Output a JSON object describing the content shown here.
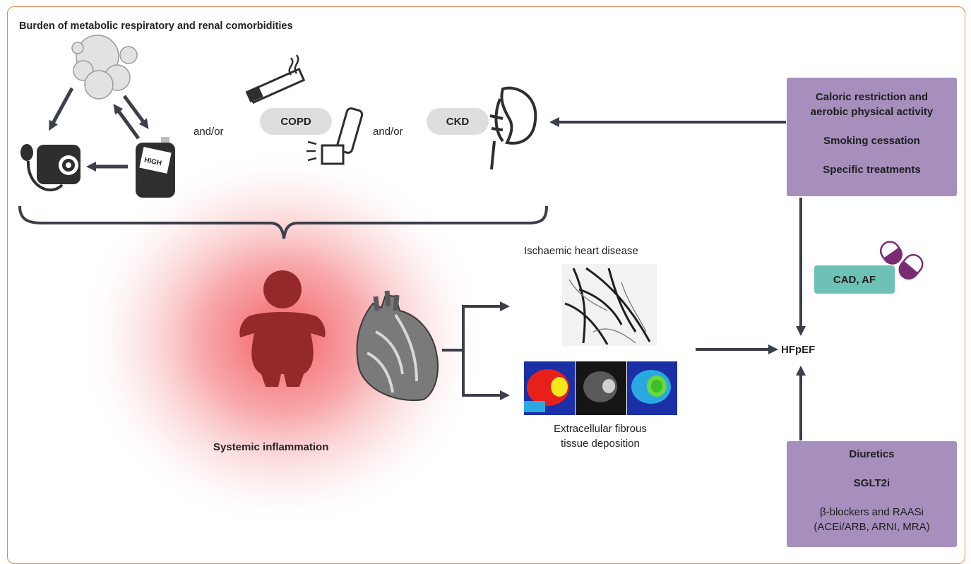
{
  "title": "Burden of metabolic respiratory and renal comorbidities",
  "connectors": [
    "and/or",
    "and/or"
  ],
  "copd": "COPD",
  "ckd": "CKD",
  "glucometer": "HIGH",
  "lifestyle_box": {
    "line1": "Caloric restriction and",
    "line2": "aerobic physical activity",
    "line3": "Smoking cessation",
    "line4": "Specific treatments"
  },
  "cad_af": "CAD, AF",
  "ischaemic": "Ischaemic heart disease",
  "fibrous_line1": "Extracellular fibrous",
  "fibrous_line2": "tissue deposition",
  "systemic": "Systemic inflammation",
  "hfpef": "HFpEF",
  "therapy_box": {
    "line1": "Diuretics",
    "line2": "SGLT2i",
    "line3": "β-blockers and RAASi",
    "line4": "(ACEi/ARB, ARNI, MRA)"
  },
  "colors": {
    "frame": "#e9864b",
    "arrow": "#3b3f4a",
    "purple_box": "#a68fbd",
    "teal_box": "#6ec1b6",
    "pill": "#dedede",
    "body": "#93292b",
    "capsule": "#7a2c72"
  }
}
